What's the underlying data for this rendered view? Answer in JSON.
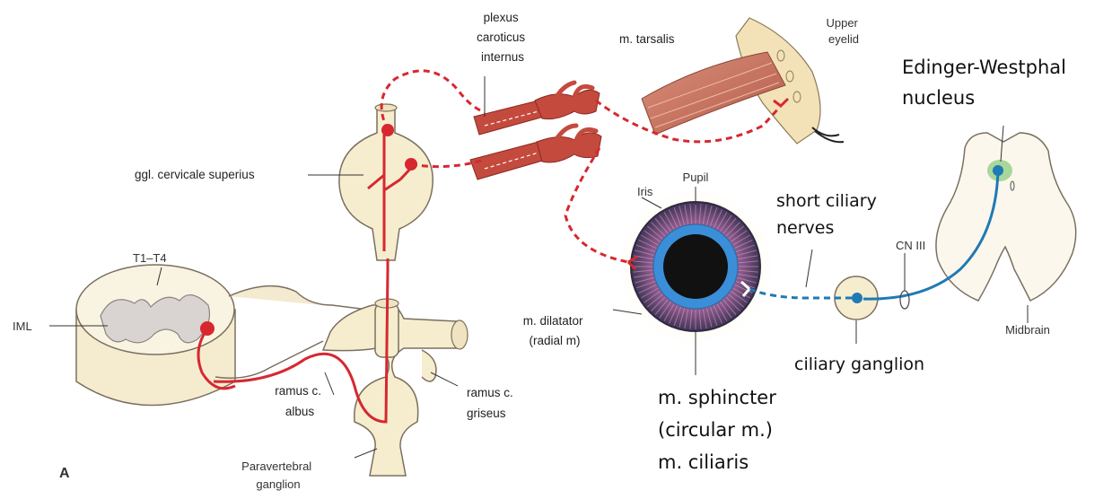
{
  "labels": {
    "plexus_l1": "plexus",
    "plexus_l2": "caroticus",
    "plexus_l3": "internus",
    "tarsalis": "m. tarsalis",
    "upper_l1": "Upper",
    "upper_l2": "eyelid",
    "ew_l1": "Edinger-Westphal",
    "ew_l2": "nucleus",
    "ggl": "ggl. cervicale superius",
    "pupil": "Pupil",
    "iris": "Iris",
    "short_l1": "short ciliary",
    "short_l2": "nerves",
    "cn3": "CN III",
    "t1t4": "T1–T4",
    "iml": "IML",
    "dilatator_l1": "m. dilatator",
    "dilatator_l2": "(radial m)",
    "midbrain": "Midbrain",
    "ciliary_ganglion": "ciliary ganglion",
    "albus_l1": "ramus c.",
    "albus_l2": "albus",
    "griseus_l1": "ramus c.",
    "griseus_l2": "griseus",
    "sphincter_l1": "m. sphincter",
    "sphincter_l2": "(circular m.)",
    "sphincter_l3": "m. ciliaris",
    "para_l1": "Paravertebral",
    "para_l2": "ganglion",
    "panel": "A"
  },
  "colors": {
    "sympathetic": "#d7282f",
    "parasympathetic": "#1f7ab5",
    "tissue": "#f7efd4",
    "tissue_outline": "#888070",
    "iris_outer": "#6b4f7a",
    "iris_ring": "#3a8fd8",
    "pupil": "#111111",
    "nucleus": "#9ad18b"
  }
}
